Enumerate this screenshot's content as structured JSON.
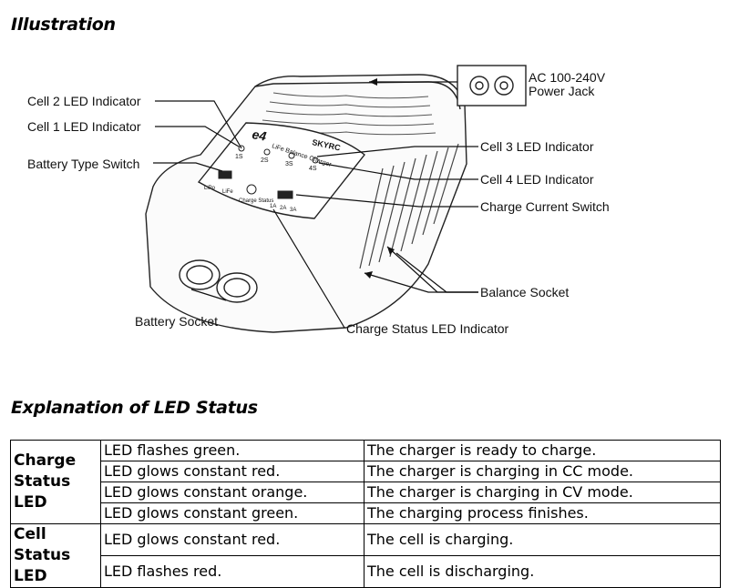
{
  "illustration_title": "Illustration",
  "led_title": "Explanation of LED Status",
  "diagram": {
    "callouts": {
      "cell2": "Cell 2 LED Indicator",
      "cell1": "Cell 1 LED Indicator",
      "battery_type_switch": "Battery Type Switch",
      "ac_power_line1": "AC 100-240V",
      "ac_power_line2": "Power Jack",
      "cell3": "Cell 3 LED Indicator",
      "cell4": "Cell 4 LED Indicator",
      "charge_current_switch": "Charge Current Switch",
      "balance_socket": "Balance Socket",
      "battery_socket": "Battery Socket",
      "charge_status_led": "Charge Status LED Indicator"
    },
    "panel": {
      "brand": "SKYRC",
      "model": "e4",
      "subtitle": "LiFe Balance Charger",
      "cell_labels": [
        "1S",
        "2S",
        "3S",
        "4S"
      ],
      "type_labels": [
        "LiPo",
        "LiFe"
      ],
      "status_label": "Charge Status",
      "current_labels": [
        "1A",
        "2A",
        "3A"
      ]
    }
  },
  "led_table": {
    "groups": [
      {
        "name_line1": "Charge",
        "name_line2": "Status LED",
        "rows": [
          {
            "led": "LED flashes green.",
            "meaning": "The charger is ready to charge."
          },
          {
            "led": "LED glows constant red.",
            "meaning": "The charger is charging in CC mode."
          },
          {
            "led": "LED glows constant orange.",
            "meaning": "The charger is charging in CV mode."
          },
          {
            "led": "LED glows constant green.",
            "meaning": "The charging process finishes."
          }
        ]
      },
      {
        "name_line1": "Cell Status",
        "name_line2": "LED",
        "rows": [
          {
            "led": "LED glows constant red.",
            "meaning": "The cell is charging."
          },
          {
            "led": "LED flashes red.",
            "meaning": "The cell is discharging."
          }
        ]
      }
    ]
  }
}
